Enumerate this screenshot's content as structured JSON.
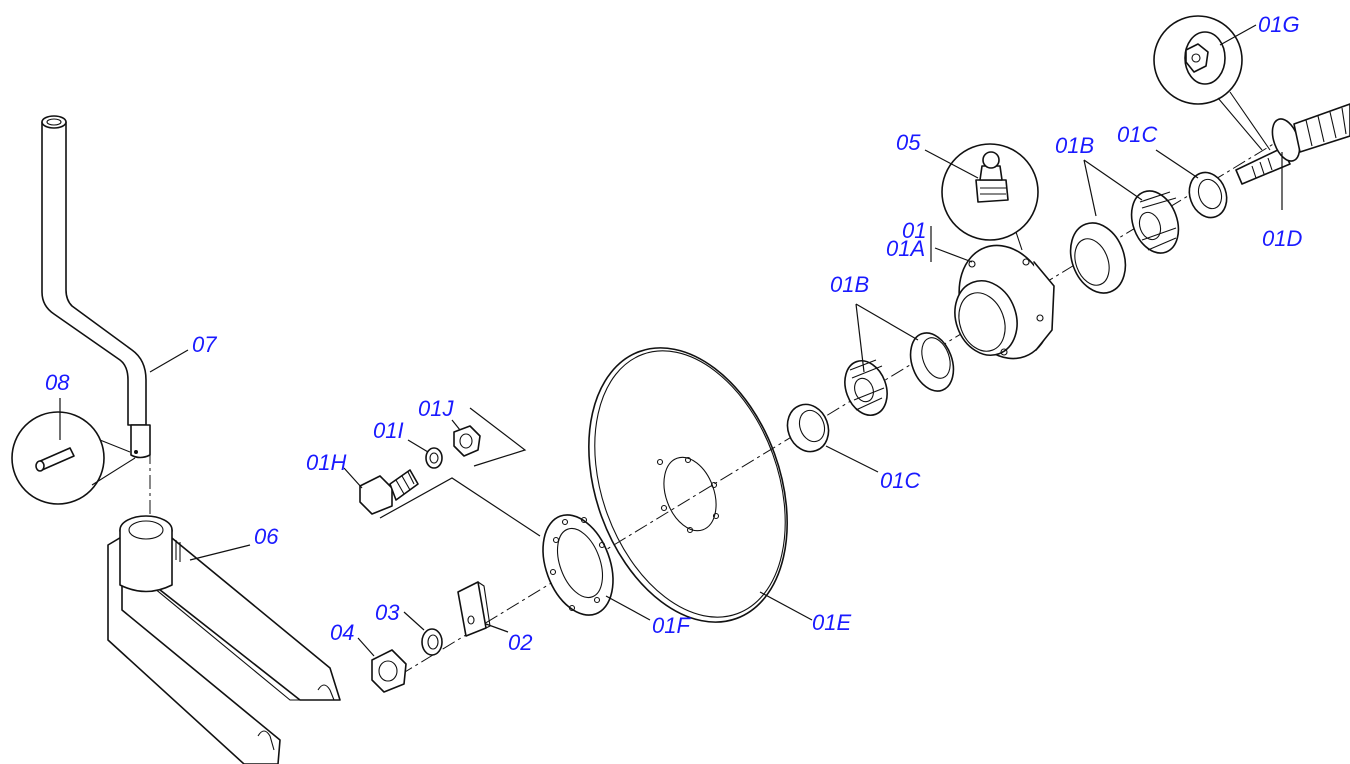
{
  "labels": {
    "p01G": "01G",
    "p05": "05",
    "p01B_top": "01B",
    "p01C_top": "01C",
    "p01": "01",
    "p01A": "01A",
    "p01D": "01D",
    "p01B_mid": "01B",
    "p07": "07",
    "p01J": "01J",
    "p01I": "01I",
    "p08": "08",
    "p01H": "01H",
    "p01C_mid": "01C",
    "p06": "06",
    "p03": "03",
    "p04": "04",
    "p01F": "01F",
    "p02": "02",
    "p01E": "01E"
  },
  "colors": {
    "label": "#1a1aff",
    "line": "#111111",
    "background": "#ffffff"
  }
}
